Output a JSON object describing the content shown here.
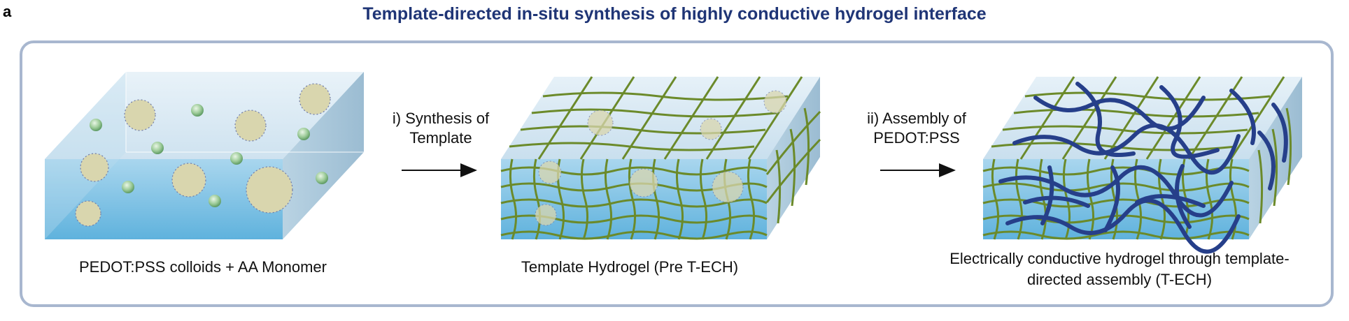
{
  "panel_label": "a",
  "title": "Template-directed in-situ synthesis of highly conductive hydrogel interface",
  "stages": [
    {
      "caption": "PEDOT:PSS colloids + AA Monomer"
    },
    {
      "caption": "Template Hydrogel (Pre T-ECH)"
    },
    {
      "caption_line1": "Electrically conductive hydrogel through template-",
      "caption_line2": "directed assembly (T-ECH)"
    }
  ],
  "steps": [
    {
      "line1": "i) Synthesis of",
      "line2": "Template"
    },
    {
      "line1": "ii) Assembly of",
      "line2": "PEDOT:PSS"
    }
  ],
  "colors": {
    "title": "#1f3576",
    "frame": "#a8b7cf",
    "network": "#6b8a2a",
    "pedot_fiber": "#263f8a",
    "monomer": "#8fc08f"
  }
}
